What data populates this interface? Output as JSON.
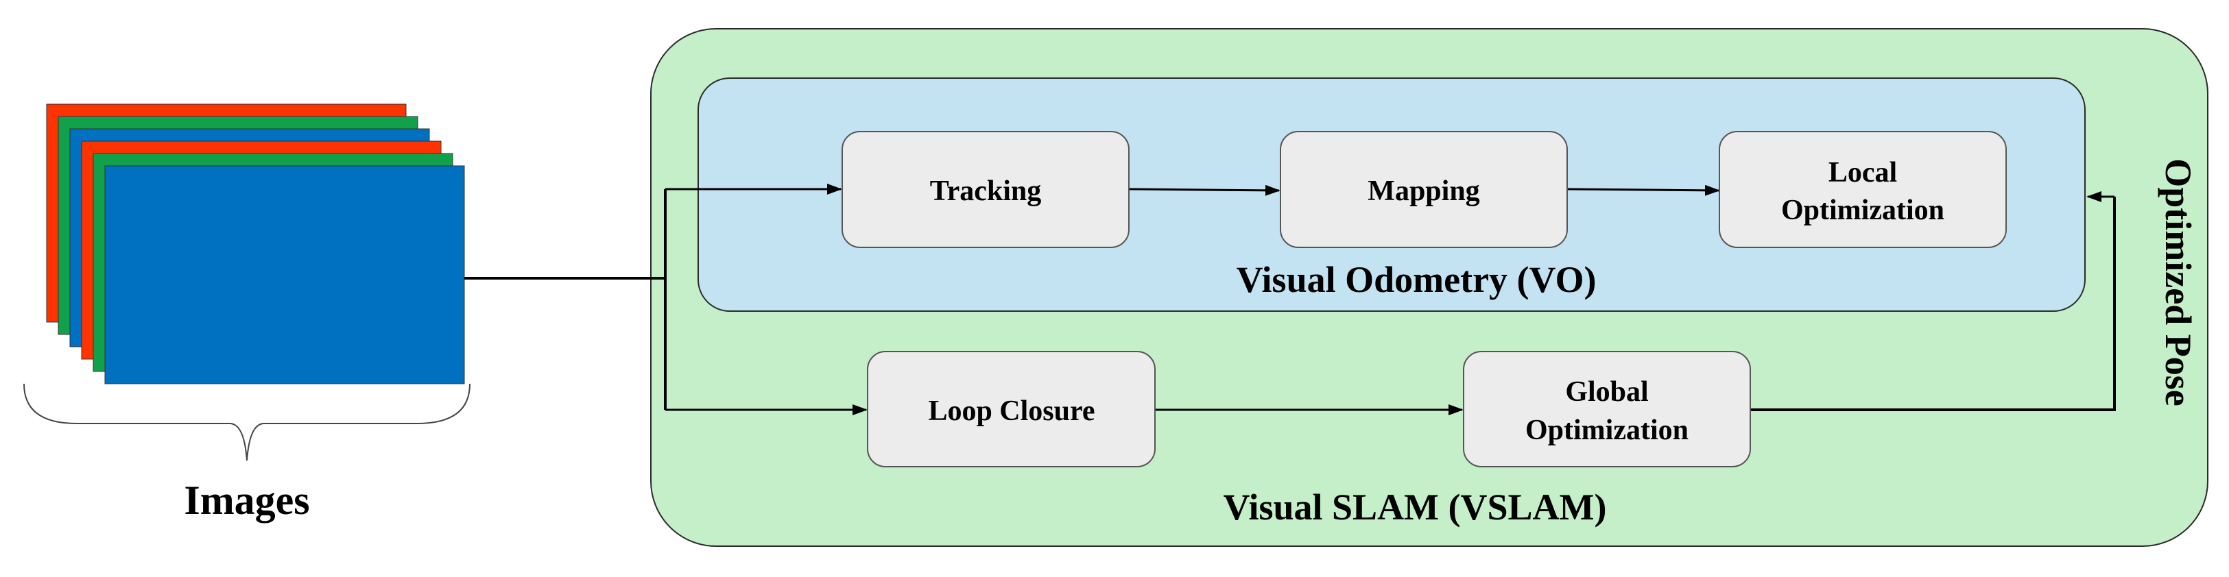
{
  "diagram": {
    "images_label": "Images",
    "vslam_label": "Visual SLAM (VSLAM)",
    "vo_label": "Visual Odometry (VO)",
    "optimized_pose_label": "Optimized Pose",
    "boxes": {
      "tracking": "Tracking",
      "mapping": "Mapping",
      "local_optimization": [
        "Local",
        "Optimization"
      ],
      "loop_closure": "Loop Closure",
      "global_optimization": [
        "Global",
        "Optimization"
      ]
    },
    "image_stack_colors": [
      "#ff3300",
      "#12a14b",
      "#0070c0",
      "#ff3300",
      "#12a14b",
      "#0070c0"
    ]
  },
  "colors": {
    "vslam_fill": "#c4efc8",
    "vo_fill": "#c3e3f3",
    "box_fill": "#ececec",
    "stroke": "#000000"
  }
}
